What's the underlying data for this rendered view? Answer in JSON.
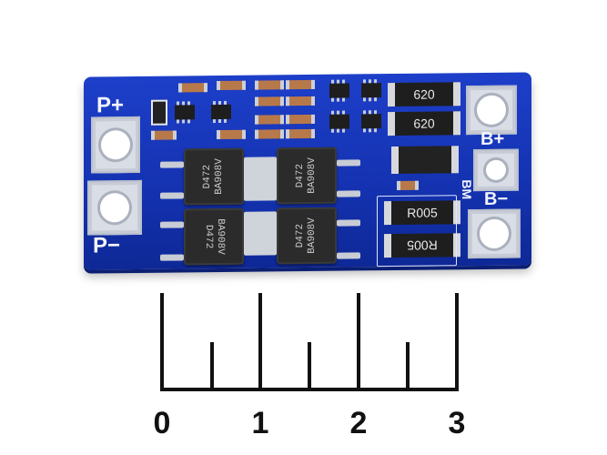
{
  "board": {
    "labels": {
      "p_plus": "P+",
      "p_minus": "P−",
      "b_plus": "B+",
      "b_minus": "B−",
      "bm": "BM"
    },
    "resistors": [
      "620",
      "620",
      "R005",
      "R005"
    ],
    "mosfet_marking": [
      "D472\nBA908V",
      "D472\nBA908V",
      "BA908V\nD472",
      "D472\nBA908V"
    ]
  },
  "ruler": {
    "labels": [
      "0",
      "1",
      "2",
      "3"
    ]
  },
  "colors": {
    "pcb": "#1432b0",
    "pad": "#d9dde6",
    "component": "#2b2b2b"
  }
}
